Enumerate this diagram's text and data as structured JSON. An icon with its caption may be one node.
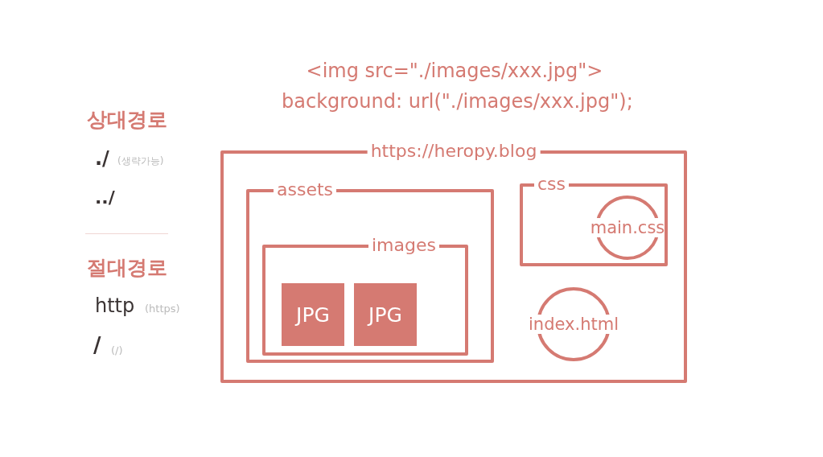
{
  "diagram": {
    "nodes": [
      {
        "text": [
          "https://heropy.blog"
        ]
      },
      {
        "text": [
          "assets"
        ],
        "in": 0
      },
      {
        "text": [
          "images"
        ],
        "in": 1
      },
      {
        "text": [
          "JPG"
        ],
        "in": 2
      },
      {
        "text": [
          "JPG"
        ],
        "in": 2
      },
      {
        "text": [
          "css"
        ],
        "in": 0
      },
      {
        "text": [
          "main.css"
        ],
        "in": 5
      },
      {
        "text": [
          "index.html"
        ],
        "in": 0
      }
    ],
    "edges": [],
    "labels": [
      "<img src=\"./images/xxx.jpg\">",
      "background: url(\"./images/xxx.jpg\");",
      "상대경로",
      "./",
      "(생략가능)",
      "../",
      "절대경로",
      "http",
      "(https)",
      "/",
      "(/)"
    ]
  }
}
